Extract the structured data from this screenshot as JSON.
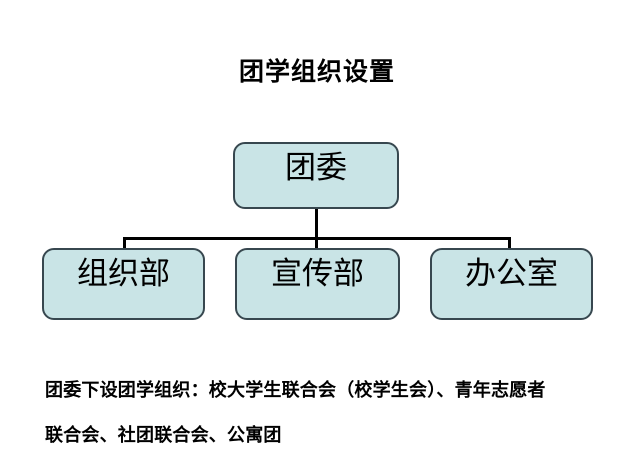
{
  "title": "团学组织设置",
  "org_chart": {
    "root": {
      "label": "团委"
    },
    "children": [
      {
        "label": "组织部"
      },
      {
        "label": "宣传部"
      },
      {
        "label": "办公室"
      }
    ]
  },
  "footnote": {
    "lines": [
      "团委下设团学组织：校大学生联合会（校学生会）、青年志愿者",
      "联合会、社团联合会、公寓团"
    ]
  },
  "colors": {
    "page_background": "#ffffff",
    "box_fill": "#c9e4e6",
    "box_border": "#37474f",
    "connector": "#000000",
    "text": "#000000"
  }
}
